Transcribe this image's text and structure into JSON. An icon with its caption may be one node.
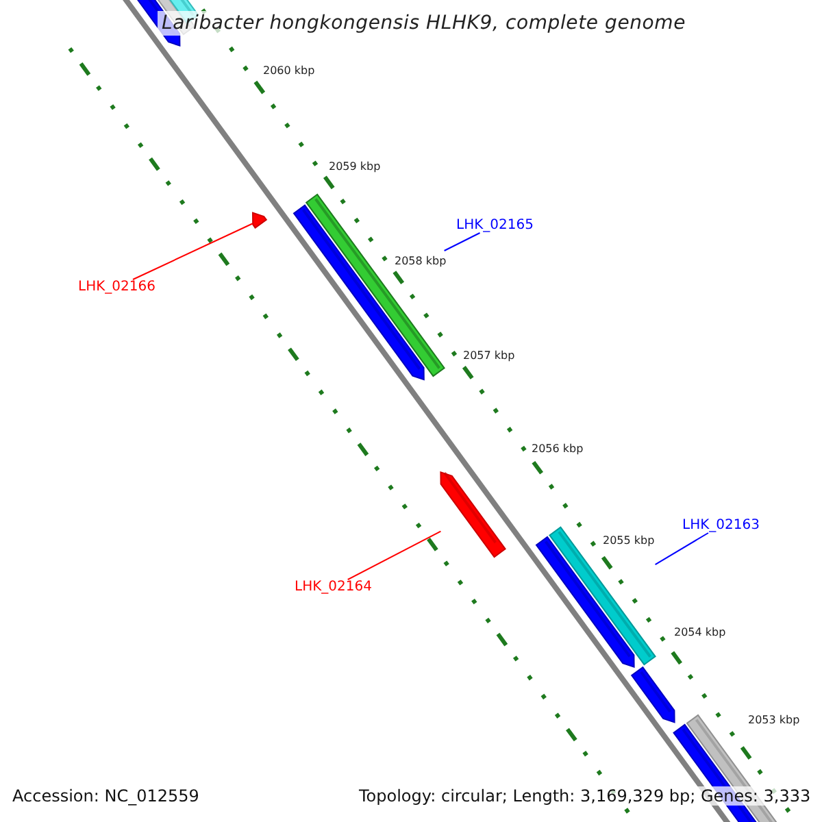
{
  "diagram": {
    "title": "Laribacter hongkongensis HLHK9, complete genome",
    "nodes": [
      {
        "text": [
          "LHK_02166"
        ]
      },
      {
        "text": [],
        "shape": "bar"
      },
      {
        "text": [
          "LHK_02165"
        ]
      },
      {
        "text": [],
        "shape": "bar"
      },
      {
        "text": [
          "LHK_02164"
        ]
      },
      {
        "text": [],
        "shape": "bar"
      },
      {
        "text": [
          "LHK_02163"
        ]
      },
      {
        "text": [],
        "shape": "bar"
      }
    ],
    "edges": [
      {
        "from": 0,
        "to": 1,
        "arrow": "none",
        "color": "#ff0000"
      },
      {
        "from": 2,
        "to": 3,
        "arrow": "none",
        "color": "#0000ff"
      },
      {
        "from": 4,
        "to": 5,
        "arrow": "none",
        "color": "#ff0000"
      },
      {
        "from": 6,
        "to": 7,
        "arrow": "none",
        "color": "#0000ff"
      }
    ],
    "labels": [
      "2060 kbp",
      "2059 kbp",
      "2058 kbp",
      "2057 kbp",
      "2056 kbp",
      "2055 kbp",
      "2054 kbp",
      "2053 kbp",
      "Accession: NC_012559",
      "Topology: circular; Length: 3,169,329 bp; Genes: 3,333"
    ]
  }
}
